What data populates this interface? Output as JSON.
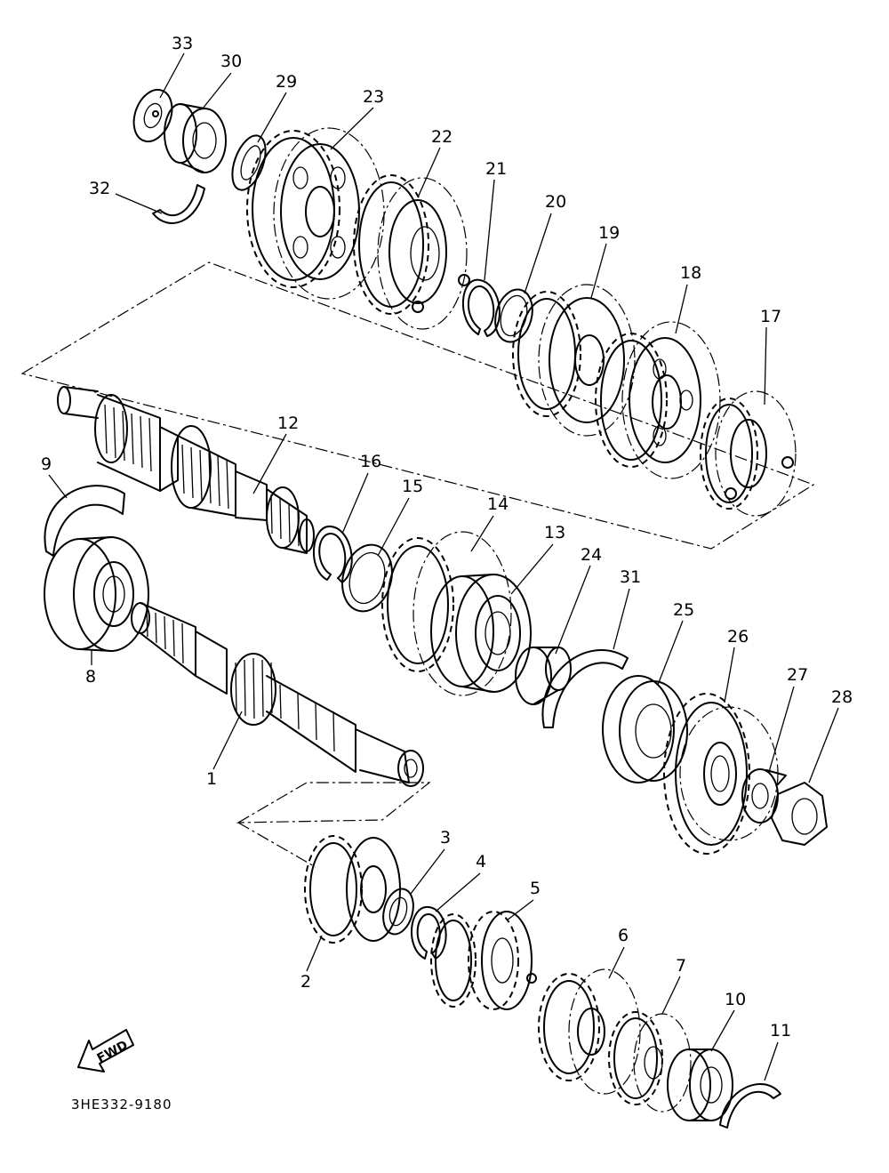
{
  "diagram": {
    "part_code": "3HE332-9180",
    "direction_label": "FWD",
    "callouts": [
      {
        "id": "1",
        "text": "1"
      },
      {
        "id": "2",
        "text": "2"
      },
      {
        "id": "3",
        "text": "3"
      },
      {
        "id": "4",
        "text": "4"
      },
      {
        "id": "5",
        "text": "5"
      },
      {
        "id": "6",
        "text": "6"
      },
      {
        "id": "7",
        "text": "7"
      },
      {
        "id": "8",
        "text": "8"
      },
      {
        "id": "9",
        "text": "9"
      },
      {
        "id": "10",
        "text": "10"
      },
      {
        "id": "11",
        "text": "11"
      },
      {
        "id": "12",
        "text": "12"
      },
      {
        "id": "13",
        "text": "13"
      },
      {
        "id": "14",
        "text": "14"
      },
      {
        "id": "15",
        "text": "15"
      },
      {
        "id": "16",
        "text": "16"
      },
      {
        "id": "17",
        "text": "17"
      },
      {
        "id": "18",
        "text": "18"
      },
      {
        "id": "19",
        "text": "19"
      },
      {
        "id": "20",
        "text": "20"
      },
      {
        "id": "21",
        "text": "21"
      },
      {
        "id": "22",
        "text": "22"
      },
      {
        "id": "23",
        "text": "23"
      },
      {
        "id": "24",
        "text": "24"
      },
      {
        "id": "25",
        "text": "25"
      },
      {
        "id": "26",
        "text": "26"
      },
      {
        "id": "27",
        "text": "27"
      },
      {
        "id": "28",
        "text": "28"
      },
      {
        "id": "29",
        "text": "29"
      },
      {
        "id": "30",
        "text": "30"
      },
      {
        "id": "31",
        "text": "31"
      },
      {
        "id": "32",
        "text": "32"
      },
      {
        "id": "33",
        "text": "33"
      }
    ]
  }
}
